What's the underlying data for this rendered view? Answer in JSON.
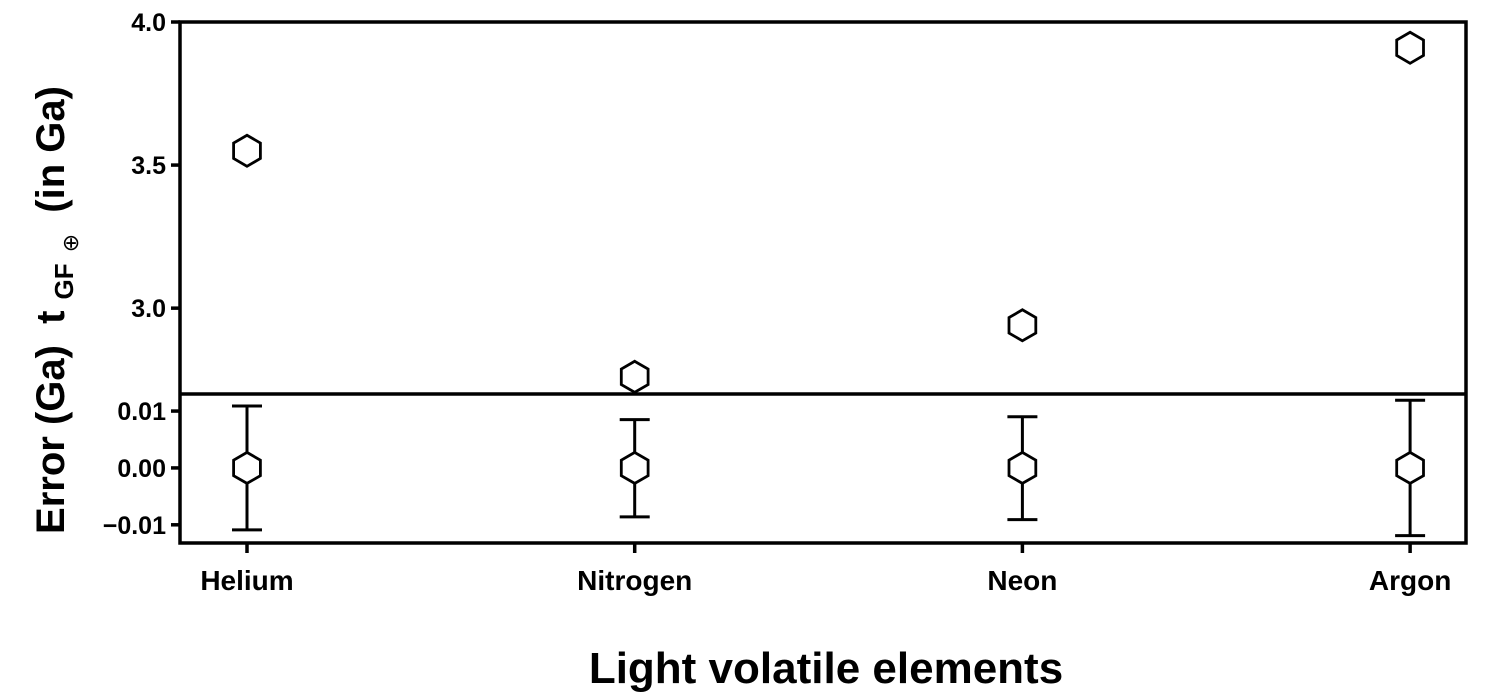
{
  "chart_data": {
    "type": "scatter",
    "xlabel": "Light volatile elements",
    "ylabel": {
      "bottom_part": "Error (Ga)",
      "t": "t",
      "subscript": "GF",
      "subsub": "⊕",
      "top_part": "(in Ga)"
    },
    "categories": [
      "Helium",
      "Nitrogen",
      "Neon",
      "Argon"
    ],
    "panels": [
      {
        "name": "value",
        "ylim": [
          2.7,
          4.0
        ],
        "yticks": [
          3.0,
          3.5,
          4.0
        ],
        "ytick_labels": [
          "3.0",
          "3.5",
          "4.0"
        ],
        "values": [
          3.55,
          2.76,
          2.94,
          3.91
        ]
      },
      {
        "name": "error",
        "ylim": [
          -0.0132,
          0.013
        ],
        "yticks": [
          -0.01,
          0.0,
          0.01
        ],
        "ytick_labels": [
          "−0.01",
          "0.00",
          "0.01"
        ],
        "values": [
          0,
          0,
          0,
          0
        ],
        "error_plus": [
          0.0109,
          0.0085,
          0.009,
          0.0119
        ],
        "error_minus": [
          0.0109,
          0.0086,
          0.0091,
          0.0119
        ]
      }
    ],
    "marker": "hexagon-open",
    "color": "#000000",
    "grid": false
  }
}
